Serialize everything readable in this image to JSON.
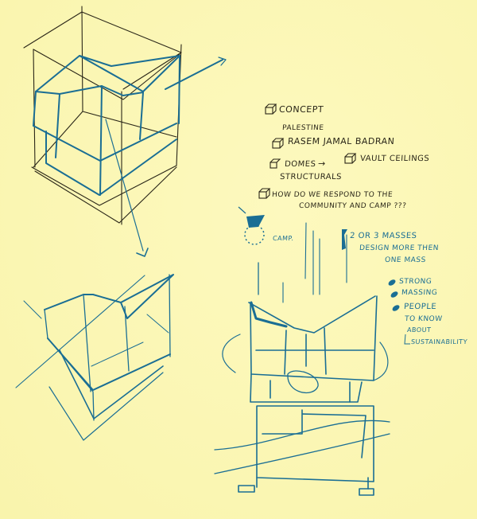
{
  "colors": {
    "paper": "#fbf7b4",
    "ink_black": "#2a2618",
    "ink_blue": "#1a6e94"
  },
  "notes": {
    "concept": "Concept",
    "palestine": "Palestine",
    "architect": "Rasem Jamal Badran",
    "domes": "Domes",
    "arrow": "→",
    "vault_ceilings": "Vault Ceilings",
    "structurals": "Structurals",
    "question_line1": "How do we respond to the",
    "question_line2": "Community and camp ???",
    "camp_label": "Camp.",
    "masses_line1": "2 or 3 masses",
    "masses_line2": "Design more then",
    "masses_line3": "one mass",
    "bullet1_line1": "Strong",
    "bullet2_line1": "Massing",
    "bullet3_line1": "People",
    "bullet3_line2": "to know",
    "bullet3_line3": "about",
    "bullet3_line4": "sustainability"
  },
  "icons": {
    "cube_bullet": "cube-icon",
    "marker_bullet": "marker-icon"
  }
}
